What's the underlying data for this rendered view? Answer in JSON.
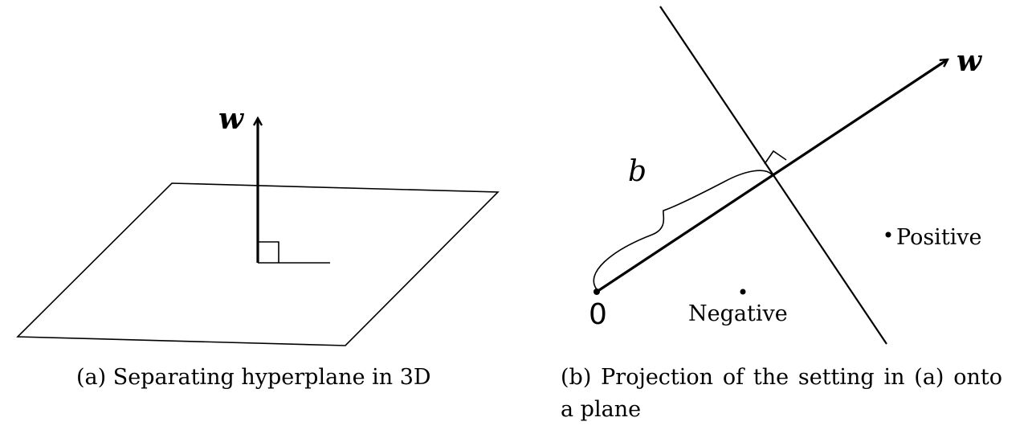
{
  "panel_a": {
    "vector_label": "w",
    "caption": "(a) Separating hyperplane in 3D"
  },
  "panel_b": {
    "vector_label": "w",
    "distance_label": "b",
    "origin_label": "0",
    "positive_label": "Positive",
    "negative_label": "Negative",
    "caption_line1": "(b) Projection of the setting in (a) onto",
    "caption_line2": "a plane"
  }
}
